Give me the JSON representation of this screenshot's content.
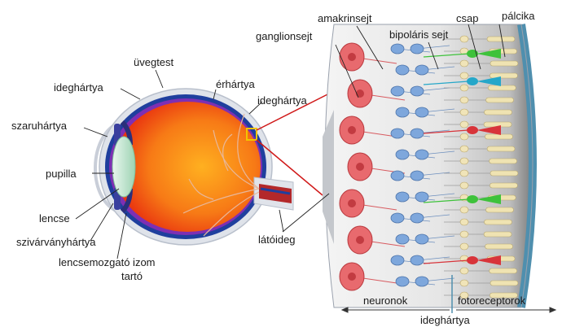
{
  "labels": {
    "uvegtest": "üvegtest",
    "ideghartya_top": "ideghártya",
    "erhartya": "érhártya",
    "ideghartya_eye": "ideghártya",
    "szaruhartya": "szaruhártya",
    "pupilla": "pupilla",
    "lencse": "lencse",
    "szivarvanyhartya": "szivárványhártya",
    "lencsemozgato_1": "lencsemozgató izom",
    "lencsemozgato_2": "tartó",
    "latoideg": "látóideg",
    "ganglionsejt": "ganglionsejt",
    "amakrinsejt": "amakrinsejt",
    "bipolaris": "bipoláris sejt",
    "csap": "csap",
    "palcika": "pálcika",
    "neuronok": "neuronok",
    "fotoreceptorok": "fotoreceptorok",
    "ideghartya_bottom": "ideghártya"
  },
  "colors": {
    "sclera": "#dfe3ea",
    "choroid": "#1f3f9e",
    "vitreous_core": "#ffb020",
    "vitreous_edge": "#e8300f",
    "lens": "#bfe5cf",
    "ganglion": "#e86a6e",
    "bipolar": "#7ea7dc",
    "cone_green": "#3ec23b",
    "cone_cyan": "#25a7c9",
    "cone_red": "#d8343a",
    "rod": "#efe3b2",
    "epithelium": "#4f8fae"
  }
}
